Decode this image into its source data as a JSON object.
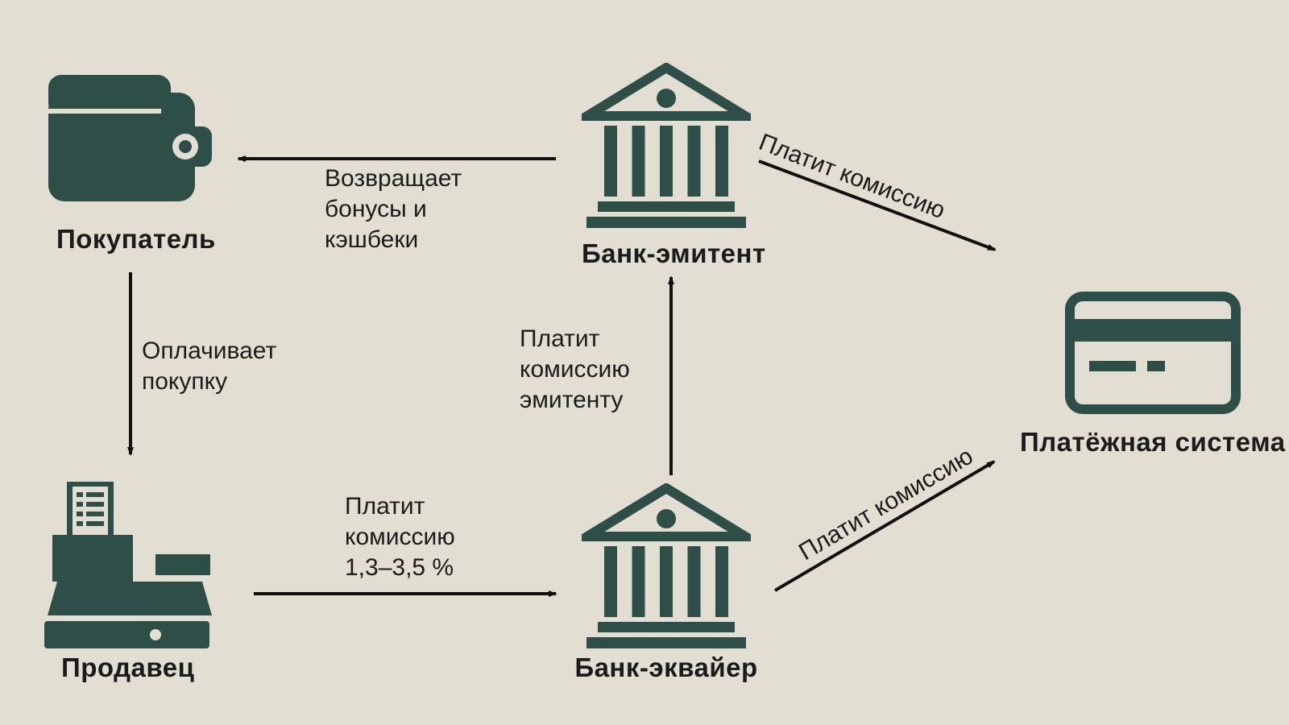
{
  "colors": {
    "background": "#e3ded2",
    "icon": "#2d4f48",
    "text": "#1b1b1b",
    "arrow": "#101010"
  },
  "nodes": {
    "buyer": {
      "label": "Покупатель"
    },
    "issuer_bank": {
      "label": "Банк-эмитент"
    },
    "payment_system": {
      "label": "Платёжная система"
    },
    "seller": {
      "label": "Продавец"
    },
    "acquirer_bank": {
      "label": "Банк-эквайер"
    }
  },
  "arrows": {
    "issuer_to_buyer": {
      "label": "Возвращает\nбонусы и\nкэшбеки"
    },
    "buyer_to_seller": {
      "label": "Оплачивает\nпокупку"
    },
    "seller_to_acquirer": {
      "label": "Платит\nкомиссию\n1,3–3,5 %"
    },
    "acquirer_to_issuer": {
      "label": "Платит\nкомиссию\nэмитенту"
    },
    "issuer_to_payment_system": {
      "label": "Платит комиссию"
    },
    "acquirer_to_payment_system": {
      "label": "Платит комиссию"
    }
  }
}
